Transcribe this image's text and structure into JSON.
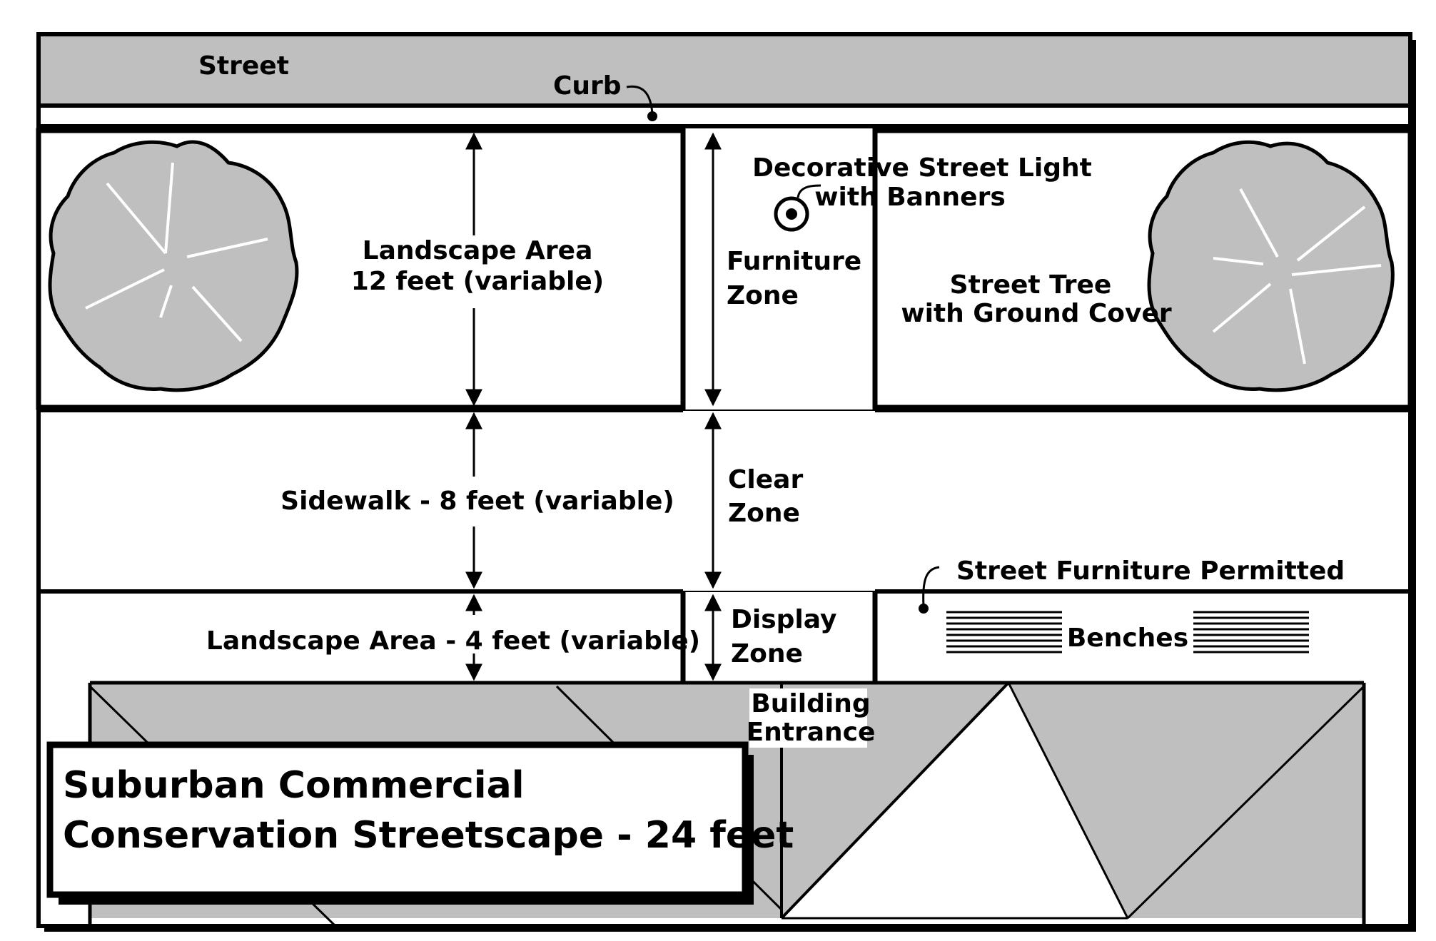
{
  "labels": {
    "street": "Street",
    "curb": "Curb",
    "landscape_area_12": [
      "Landscape Area",
      "12 feet (variable)"
    ],
    "street_light": [
      "Decorative Street Light",
      "with Banners"
    ],
    "furniture_zone": [
      "Furniture",
      "Zone"
    ],
    "street_tree": [
      "Street Tree",
      "with Ground Cover"
    ],
    "sidewalk": "Sidewalk - 8 feet (variable)",
    "clear_zone": [
      "Clear",
      "Zone"
    ],
    "street_furniture_permitted": "Street Furniture Permitted",
    "landscape_area_4": "Landscape Area - 4 feet (variable)",
    "display_zone": [
      "Display",
      "Zone"
    ],
    "benches": "Benches",
    "building_entrance": [
      "Building",
      "Entrance"
    ]
  },
  "title": [
    "Suburban Commercial",
    "Conservation Streetscape - 24 feet"
  ],
  "colors": {
    "fill_gray": "#bfbfbf",
    "line": "#000000",
    "background": "#ffffff"
  }
}
